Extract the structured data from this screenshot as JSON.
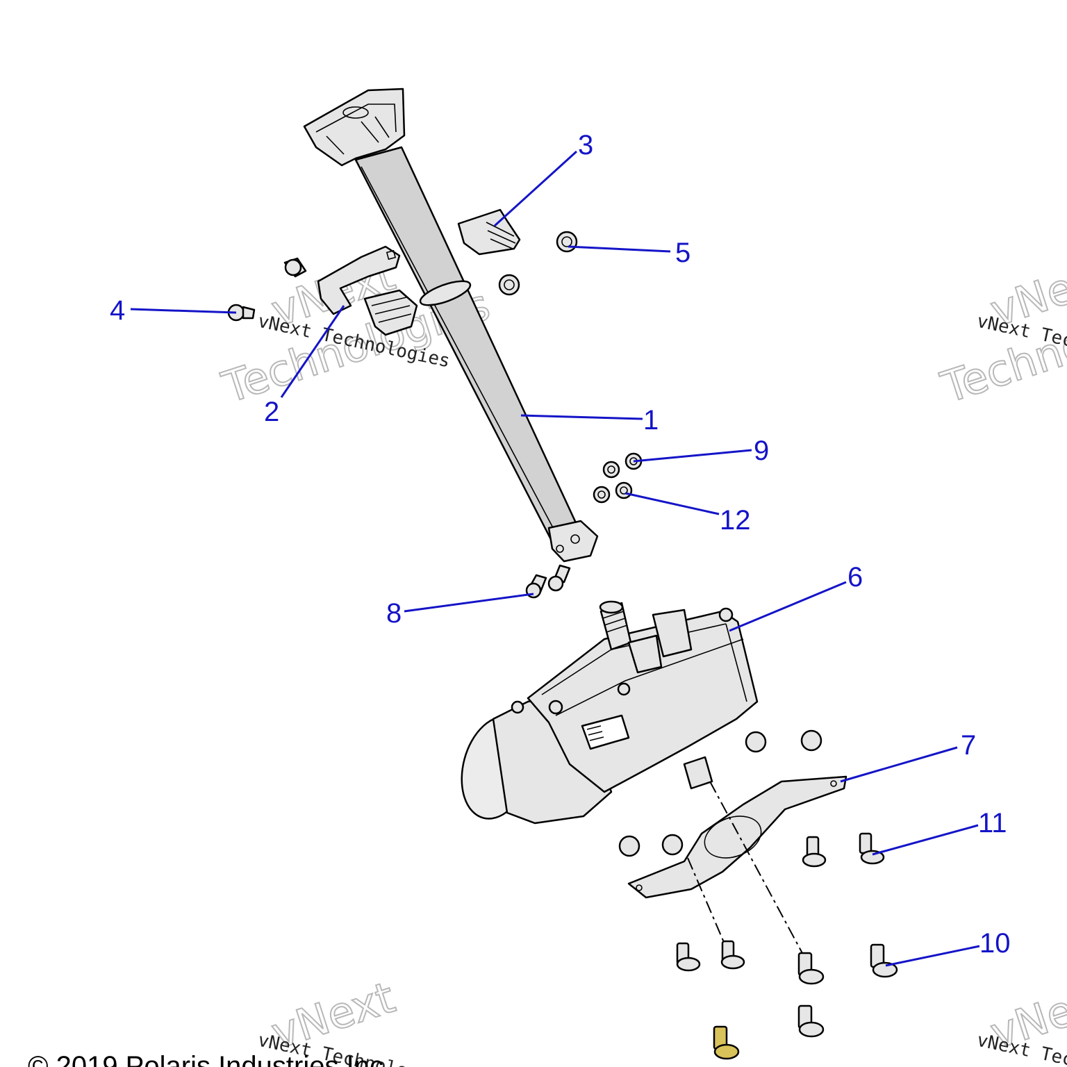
{
  "callouts": [
    {
      "id": "1",
      "label": "1"
    },
    {
      "id": "2",
      "label": "2"
    },
    {
      "id": "3",
      "label": "3"
    },
    {
      "id": "4",
      "label": "4"
    },
    {
      "id": "5",
      "label": "5"
    },
    {
      "id": "6",
      "label": "6"
    },
    {
      "id": "7",
      "label": "7"
    },
    {
      "id": "8",
      "label": "8"
    },
    {
      "id": "9",
      "label": "9"
    },
    {
      "id": "10",
      "label": "10"
    },
    {
      "id": "11",
      "label": "11"
    },
    {
      "id": "12",
      "label": "12"
    }
  ],
  "watermark": {
    "line1": "vNext",
    "line2": "Technologies",
    "mono": "vNext Technologies"
  },
  "copyright": "© 2019 Polaris Industries Inc.",
  "colors": {
    "callout": "#1414c8",
    "part_fill": "#e6e6e6",
    "tube_fill": "#d2d2d2",
    "line": "#000000"
  }
}
